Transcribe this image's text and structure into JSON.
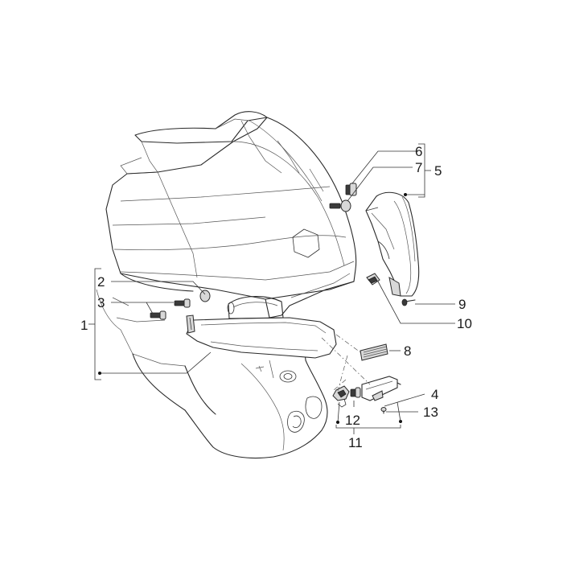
{
  "callouts": {
    "c1": "1",
    "c2": "2",
    "c3": "3",
    "c4": "4",
    "c5": "5",
    "c6": "6",
    "c7": "7",
    "c8": "8",
    "c9": "9",
    "c10": "10",
    "c11": "11",
    "c12": "12",
    "c13": "13"
  },
  "colors": {
    "line": "#2a2a2a",
    "background": "#ffffff"
  }
}
